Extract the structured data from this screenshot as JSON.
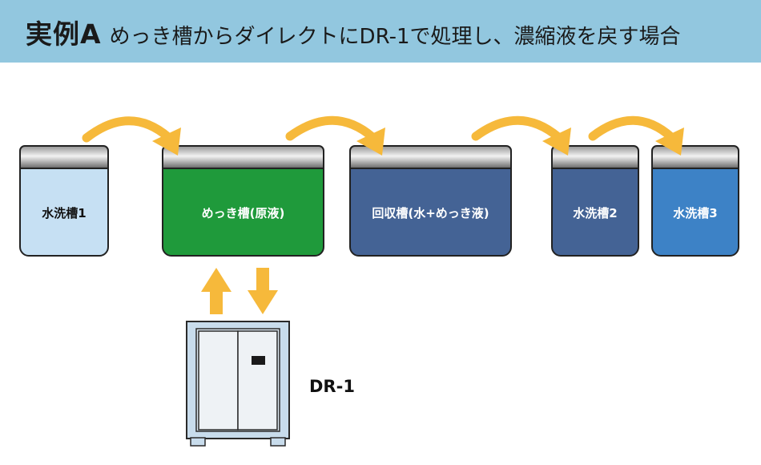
{
  "header": {
    "title": "実例A",
    "subtitle": "めっき槽からダイレクトにDR-1で処理し、濃縮液を戻す場合"
  },
  "tanks": [
    {
      "label": "水洗槽1",
      "color": "#c6e0f3"
    },
    {
      "label": "めっき槽(原液)",
      "color": "#1f9a3b"
    },
    {
      "label": "回収槽(水+めっき液)",
      "color": "#446395"
    },
    {
      "label": "水洗槽2",
      "color": "#446395"
    },
    {
      "label": "水洗槽3",
      "color": "#3d82c6"
    }
  ],
  "device": {
    "label": "DR-1"
  },
  "colors": {
    "header_bg": "#92c7df",
    "arrow": "#f6b93b",
    "device_frame": "#c8dcec"
  }
}
